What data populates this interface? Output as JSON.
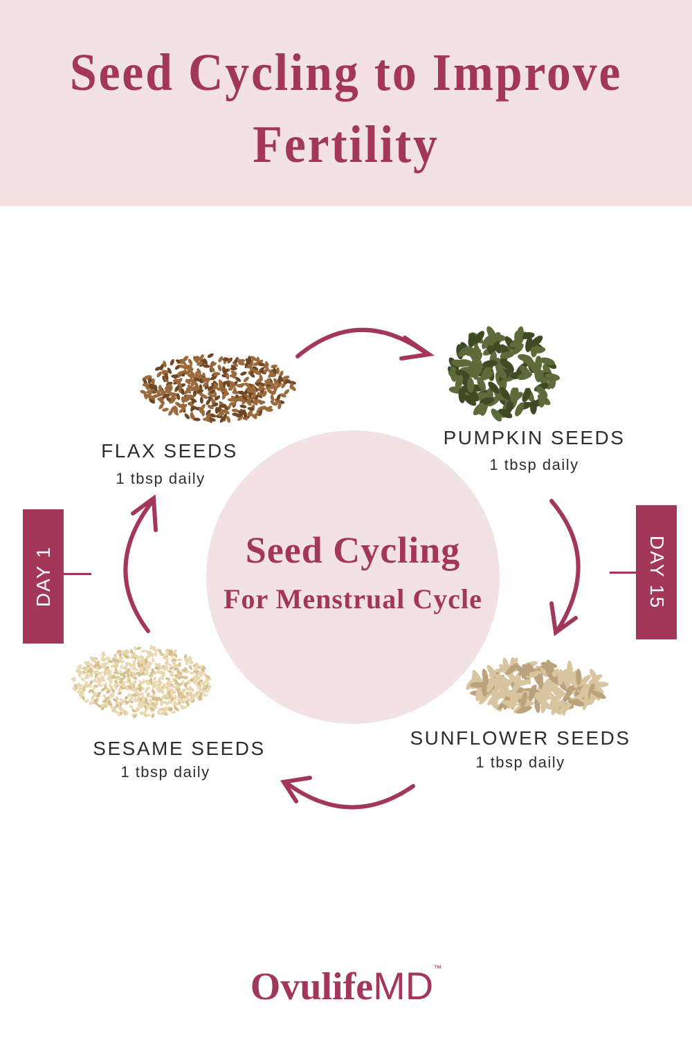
{
  "header": {
    "title_line1": "Seed Cycling to Improve",
    "title_line2": "Fertility"
  },
  "center": {
    "title": "Seed Cycling",
    "subtitle": "For Menstrual Cycle"
  },
  "seeds": [
    {
      "name": "FLAX SEEDS",
      "dose": "1 tbsp daily",
      "color": "#9a6a3c"
    },
    {
      "name": "PUMPKIN SEEDS",
      "dose": "1 tbsp daily",
      "color": "#5d6a3a"
    },
    {
      "name": "SUNFLOWER SEEDS",
      "dose": "1 tbsp daily",
      "color": "#d9c4a0"
    },
    {
      "name": "SESAME SEEDS",
      "dose": "1 tbsp daily",
      "color": "#ead8b0"
    }
  ],
  "markers": {
    "day1": "DAY 1",
    "day15": "DAY 15"
  },
  "logo": {
    "part1": "Ovulife",
    "part2": "MD",
    "tm": "™"
  },
  "colors": {
    "accent": "#a3375a",
    "header_bg": "#f2e2e1",
    "circle_bg": "#f2e2e3"
  }
}
